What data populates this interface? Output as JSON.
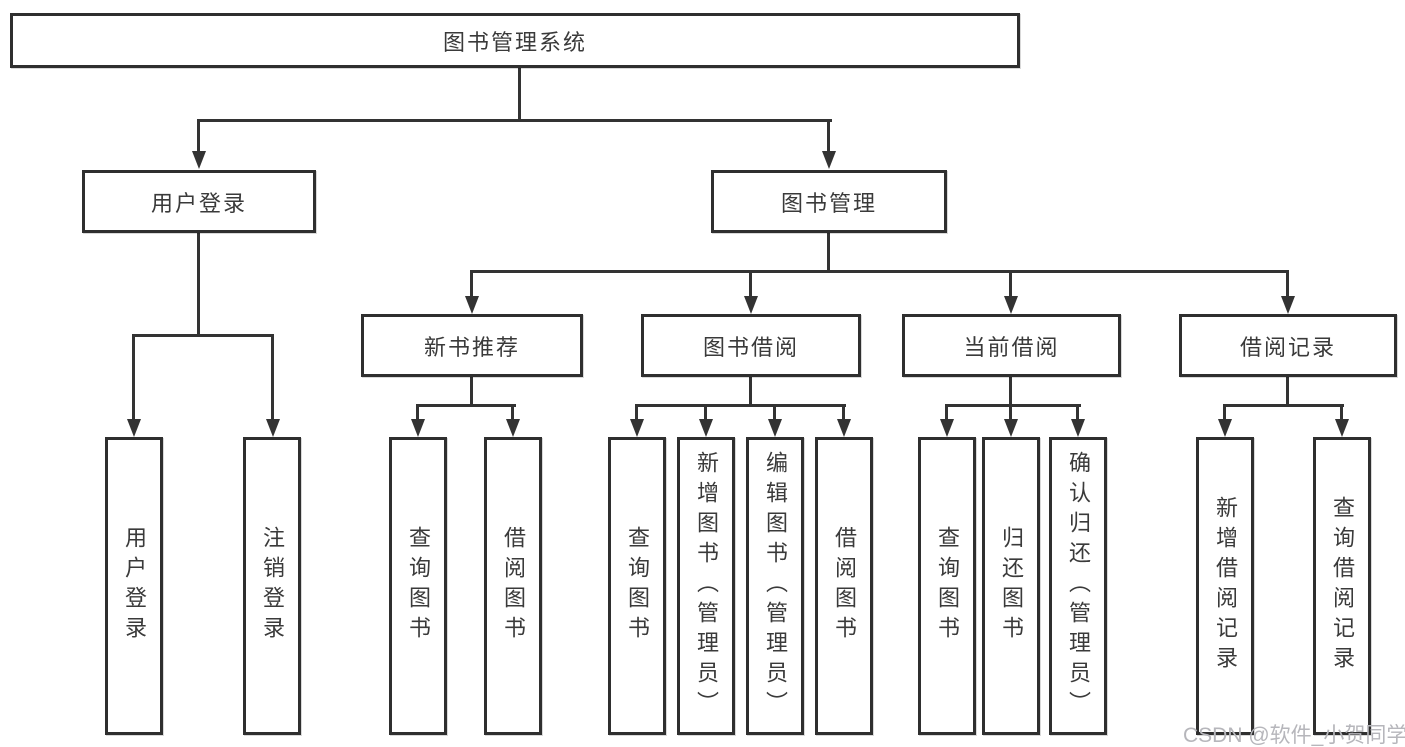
{
  "diagram": {
    "root": {
      "label": "图书管理系统"
    },
    "level2": [
      {
        "label": "用户登录"
      },
      {
        "label": "图书管理"
      }
    ],
    "level3": [
      {
        "label": "新书推荐"
      },
      {
        "label": "图书借阅"
      },
      {
        "label": "当前借阅"
      },
      {
        "label": "借阅记录"
      }
    ],
    "leaves": {
      "user_login": [
        {
          "label": "用户登录"
        },
        {
          "label": "注销登录"
        }
      ],
      "new_book": [
        {
          "label": "查询图书"
        },
        {
          "label": "借阅图书"
        }
      ],
      "book_borrow": [
        {
          "label": "查询图书"
        },
        {
          "label": "新增图书（管理员）"
        },
        {
          "label": "编辑图书（管理员）"
        },
        {
          "label": "借阅图书"
        }
      ],
      "current_borrow": [
        {
          "label": "查询图书"
        },
        {
          "label": "归还图书"
        },
        {
          "label": "确认归还（管理员）"
        }
      ],
      "records": [
        {
          "label": "新增借阅记录"
        },
        {
          "label": "查询借阅记录"
        }
      ]
    }
  },
  "watermark": {
    "text": "CSDN @软件_小贺同学"
  },
  "colors": {
    "line": "#333333",
    "box_border": "#2f2f2f",
    "text": "#3a3a3a",
    "background": "#ffffff",
    "watermark": "#b6b6bb"
  }
}
